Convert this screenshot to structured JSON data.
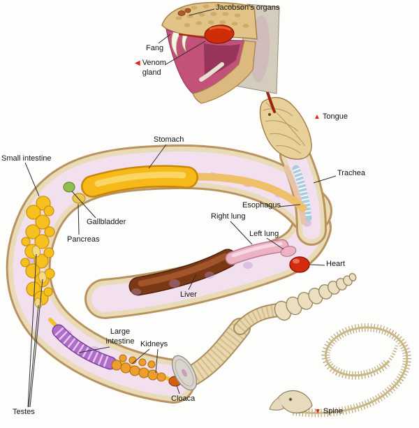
{
  "figure": {
    "background": "#fdfdfb"
  },
  "labels": {
    "jacobsons_organs": "Jacobson's organs",
    "fang": "Fang",
    "venom_gland": "Venom gland",
    "tongue": "Tongue",
    "stomach": "Stomach",
    "small_intestine": "Small intestine",
    "trachea": "Trachea",
    "esophagus": "Esophagus",
    "right_lung": "Right lung",
    "left_lung": "Left lung",
    "heart": "Heart",
    "gallbladder": "Gallbladder",
    "pancreas": "Pancreas",
    "liver": "Liver",
    "large_intestine": "Large intestine",
    "kidneys": "Kidneys",
    "cloaca": "Cloaca",
    "testes": "Testes",
    "spine": "Spine"
  },
  "markers": {
    "venom_gland": "◀",
    "tongue": "▲",
    "spine": "▼"
  },
  "colors": {
    "marker_red": "#e02520",
    "leader_line": "#2b2b2b",
    "label_text": "#111111",
    "body_tan": "#eadbb8",
    "interior_pink": "#f2e0ee",
    "intestine_yellow": "#f6c11e",
    "stomach_orange": "#f6b919",
    "liver_brown": "#7a3814",
    "heart_red": "#d42a10",
    "lung_pink": "#ecb3c4",
    "large_intestine_purple": "#b06cc8",
    "gallbladder_green": "#8fbf4d",
    "venom_gland_red": "#ce2d07"
  }
}
